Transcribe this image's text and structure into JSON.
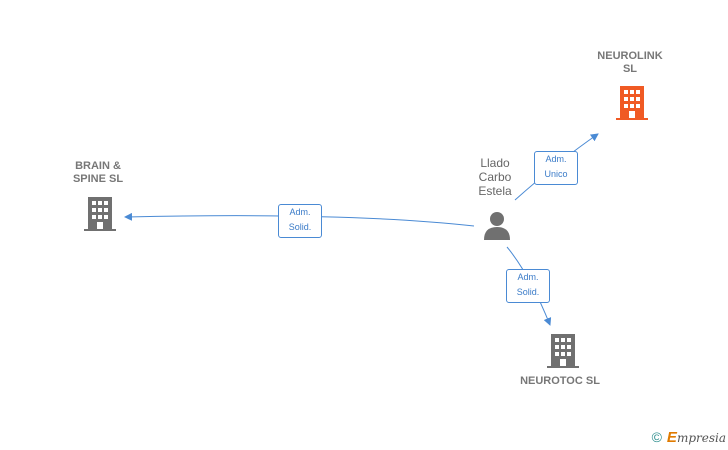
{
  "nodes": {
    "neurolink": {
      "line1": "NEUROLINK",
      "line2": "SL",
      "icon": "building-icon",
      "color": "#f05a24"
    },
    "brain_spine": {
      "line1": "BRAIN &",
      "line2": "SPINE  SL",
      "icon": "building-icon",
      "color": "#707070"
    },
    "neurotoc": {
      "label": "NEUROTOC SL",
      "icon": "building-icon",
      "color": "#707070"
    },
    "person": {
      "line1": "Llado",
      "line2": "Carbo",
      "line3": "Estela",
      "icon": "person-icon",
      "color": "#707070"
    }
  },
  "edges": {
    "to_neurolink": {
      "line1": "Adm.",
      "line2": "Unico"
    },
    "to_brain_spine": {
      "line1": "Adm.",
      "line2": "Solid."
    },
    "to_neurotoc": {
      "line1": "Adm.",
      "line2": "Solid."
    }
  },
  "edge_color": "#4a8ad4",
  "footer": {
    "copyright": "©",
    "brand_initial": "E",
    "brand_rest": "mpresia"
  }
}
